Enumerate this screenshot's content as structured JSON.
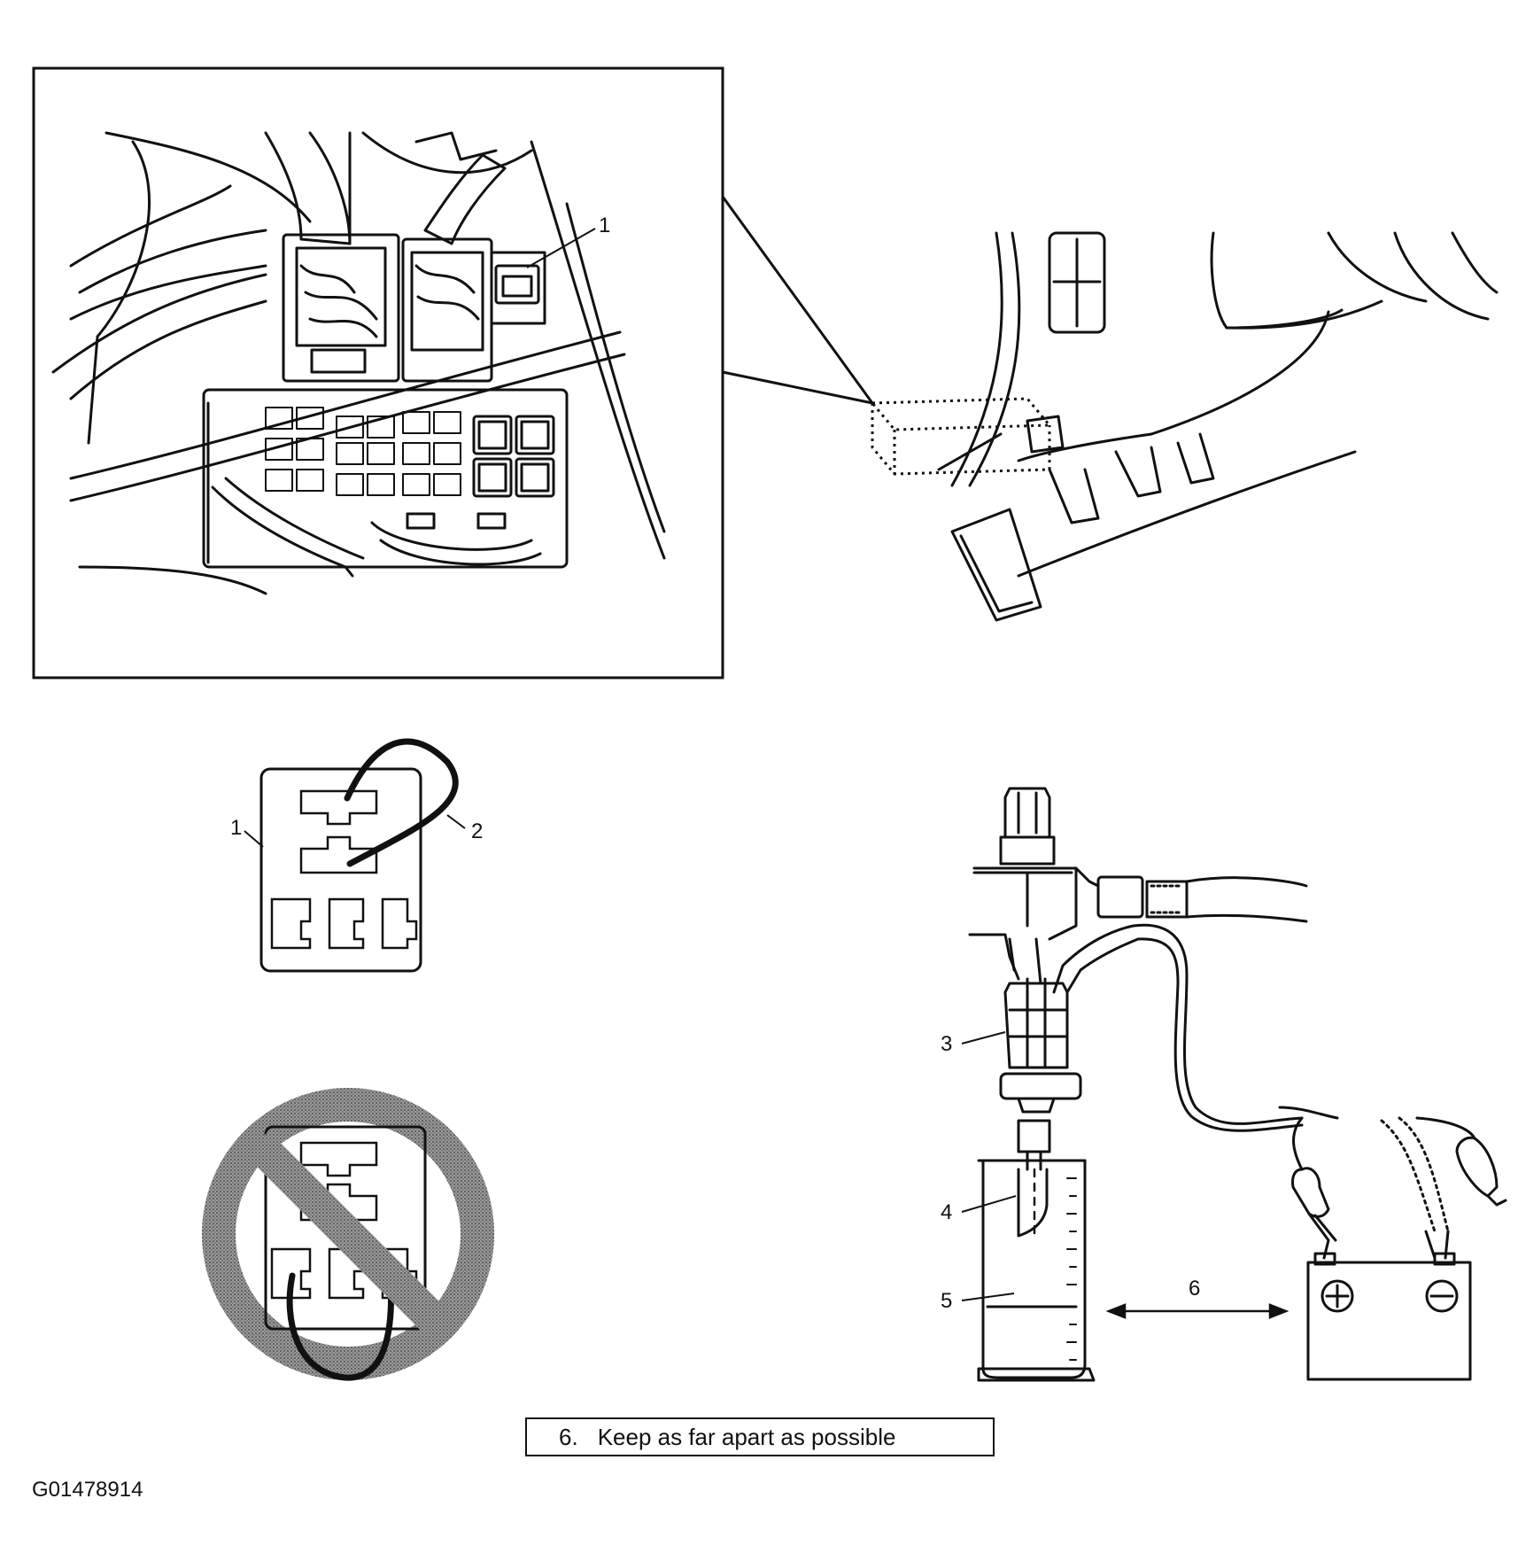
{
  "callouts": {
    "c1_inset": "1",
    "c1_relay": "1",
    "c2_jumper": "2",
    "c3": "3",
    "c4": "4",
    "c5": "5",
    "c6": "6"
  },
  "legend": {
    "number": "6.",
    "text": "Keep as far apart as possible"
  },
  "figure_id": "G01478914",
  "colors": {
    "ink": "#111111",
    "prohibition": "#7a7a7a"
  }
}
